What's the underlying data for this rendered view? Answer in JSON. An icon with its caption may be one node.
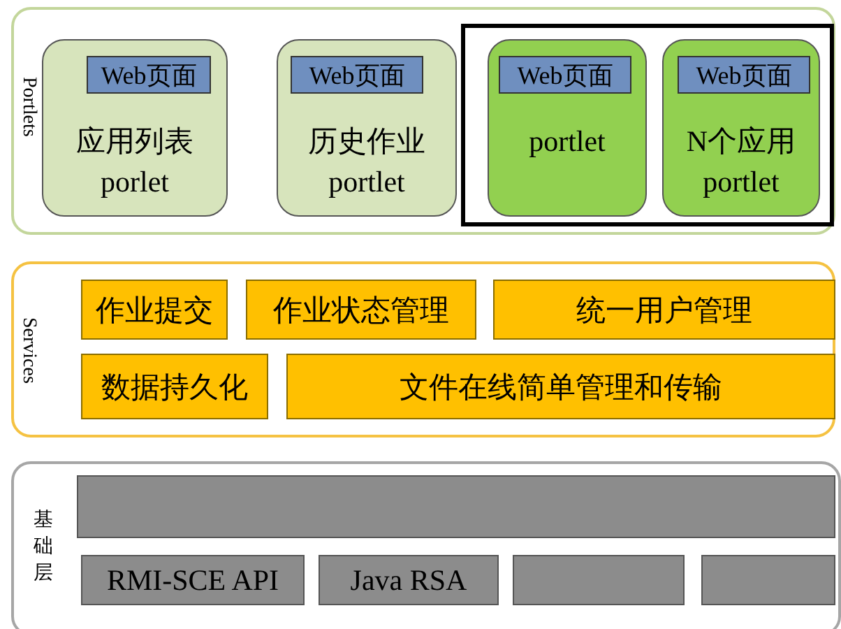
{
  "diagram": {
    "nodes": [
      {
        "text": [
          "Portlets"
        ]
      },
      {
        "text": [
          "应用列表 porlet"
        ],
        "in": 0
      },
      {
        "text": [
          "Web页面"
        ],
        "in": 1
      },
      {
        "text": [
          "历史作业 portlet"
        ],
        "in": 0
      },
      {
        "text": [
          "Web页面"
        ],
        "in": 3
      },
      {
        "text": [],
        "shape": "box",
        "in": 0
      },
      {
        "text": [
          "portlet"
        ],
        "in": 5
      },
      {
        "text": [
          "Web页面"
        ],
        "in": 6
      },
      {
        "text": [
          "N个应用 portlet"
        ],
        "in": 5
      },
      {
        "text": [
          "Web页面"
        ],
        "in": 8
      },
      {
        "text": [
          "Services"
        ]
      },
      {
        "text": [
          "作业提交"
        ],
        "in": 10
      },
      {
        "text": [
          "作业状态管理"
        ],
        "in": 10
      },
      {
        "text": [
          "统一用户管理"
        ],
        "in": 10
      },
      {
        "text": [
          "数据持久化"
        ],
        "in": 10
      },
      {
        "text": [
          "文件在线简单管理和传输"
        ],
        "in": 10
      },
      {
        "text": [
          "基础层"
        ]
      },
      {
        "text": [],
        "shape": "box",
        "in": 16
      },
      {
        "text": [
          "RMI-SCE API"
        ],
        "in": 16
      },
      {
        "text": [
          "Java RSA"
        ],
        "in": 16
      },
      {
        "text": [],
        "shape": "box",
        "in": 16
      },
      {
        "text": [],
        "shape": "box",
        "in": 16
      }
    ]
  }
}
